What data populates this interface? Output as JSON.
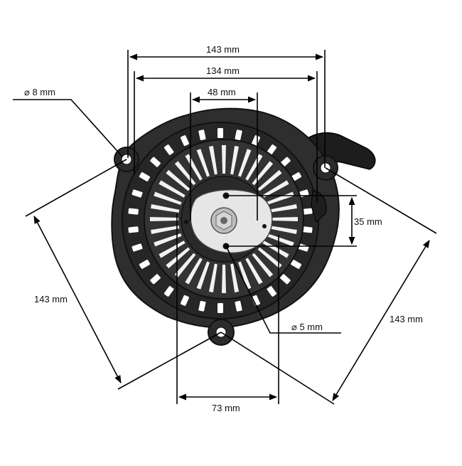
{
  "figure": {
    "dimensions": {
      "width_outer": "143 mm",
      "width_inner": "134 mm",
      "hub_width": "48 mm",
      "hole_diameter": "⌀ 8 mm",
      "hub_height": "35 mm",
      "left_diagonal": "143 mm",
      "right_diagonal": "143 mm",
      "small_hole": "⌀ 5 mm",
      "bottom_width": "73 mm"
    },
    "colors": {
      "housing": "#2b2b2b",
      "housing_edge": "#111111",
      "slot": "#ffffff",
      "hub": "#e8e8e8",
      "line": "#000000"
    }
  }
}
